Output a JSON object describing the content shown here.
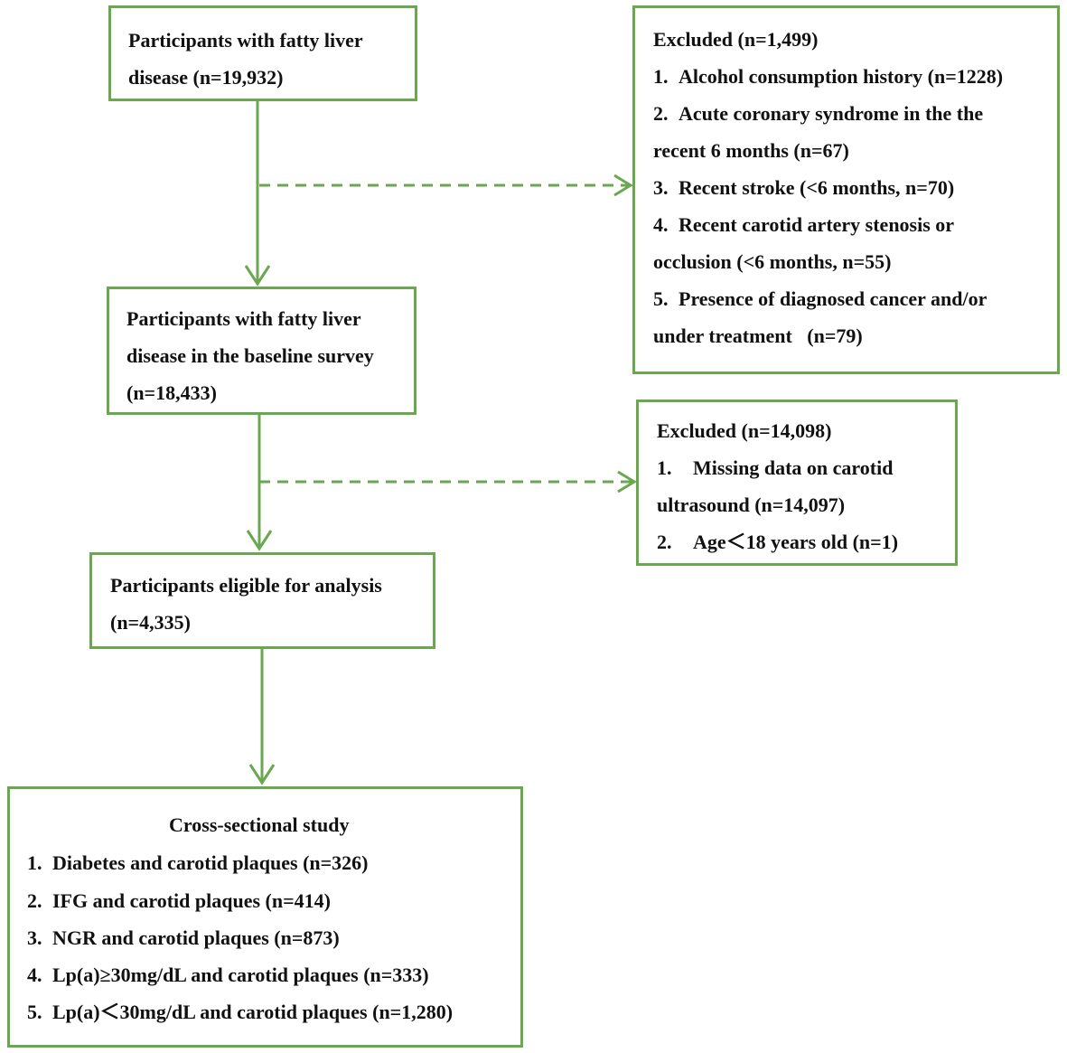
{
  "colors": {
    "box_border": "#6aa84f",
    "arrow": "#6aa84f",
    "text": "#111111"
  },
  "boxes": {
    "initial": {
      "lines": [
        "Participants with fatty liver",
        "disease (n=19,932)"
      ]
    },
    "baseline": {
      "lines": [
        "Participants with fatty liver",
        "disease in the baseline survey",
        "(n=18,433)"
      ]
    },
    "eligible": {
      "lines": [
        "Participants eligible for analysis",
        "(n=4,335)"
      ]
    },
    "exclusion1": {
      "title": "Excluded (n=1,499)",
      "items": [
        {
          "num": "1.",
          "text": "Alcohol consumption history (n=1228)"
        },
        {
          "num": "2.",
          "text": "Acute coronary syndrome in the the"
        },
        {
          "num": "",
          "text": "recent 6 months (n=67)"
        },
        {
          "num": "3.",
          "text": "Recent stroke (<6 months, n=70)"
        },
        {
          "num": "4.",
          "text": "Recent carotid artery stenosis or"
        },
        {
          "num": "",
          "text": "occlusion (<6 months, n=55)"
        },
        {
          "num": "5.",
          "text": "Presence of diagnosed cancer and/or"
        },
        {
          "num": "",
          "text": "under treatment   (n=79)"
        }
      ]
    },
    "exclusion2": {
      "title": "Excluded (n=14,098)",
      "items": [
        {
          "num": "1.",
          "text": "Missing data on carotid"
        },
        {
          "num": "",
          "text": "ultrasound (n=14,097)"
        },
        {
          "num": "2.",
          "text": "Age＜18 years old (n=1)"
        }
      ]
    },
    "cross_sectional": {
      "title": "Cross-sectional study",
      "items": [
        {
          "num": "1.",
          "text": "Diabetes and carotid plaques (n=326)"
        },
        {
          "num": "2.",
          "text": "IFG and carotid plaques (n=414)"
        },
        {
          "num": "3.",
          "text": "NGR and carotid plaques (n=873)"
        },
        {
          "num": "4.",
          "text": "Lp(a)≥30mg/dL and carotid plaques (n=333)"
        },
        {
          "num": "5.",
          "text": "Lp(a)＜30mg/dL and carotid plaques (n=1,280)"
        }
      ]
    }
  }
}
